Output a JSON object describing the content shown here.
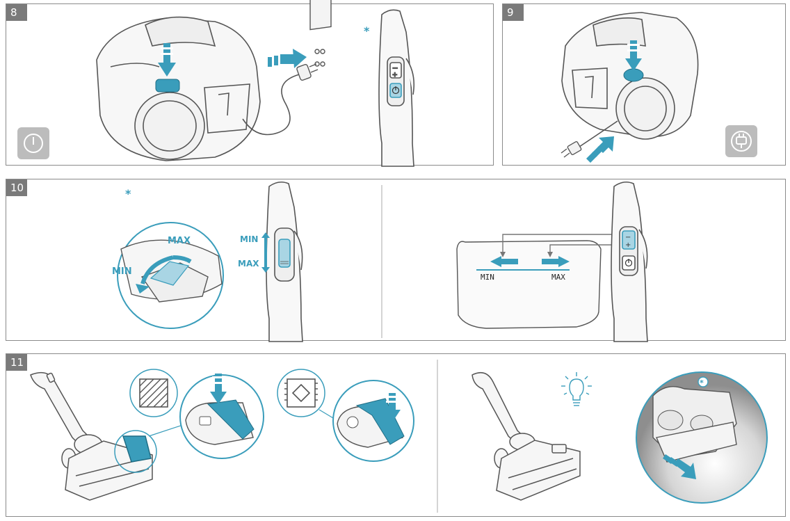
{
  "steps": {
    "s8": "8",
    "s9": "9",
    "s10": "10",
    "s11": "11"
  },
  "marks": {
    "asterisk": "*"
  },
  "labels": {
    "max_dial": "MAX",
    "min_dial": "MIN",
    "min_side": "MIN",
    "max_side": "MAX",
    "min_screen": "MIN",
    "max_screen": "MAX"
  },
  "colors": {
    "accent": "#3a9dbb",
    "accent_light": "#a9d5e4",
    "line": "#555555",
    "step_bg": "#7a7a7a",
    "icon_bg": "#bcbcbc"
  },
  "icons": [
    "power-symbol-icon",
    "cord-rewind-icon",
    "parquet-floor-icon",
    "carpet-icon",
    "light-bulb-icon"
  ]
}
